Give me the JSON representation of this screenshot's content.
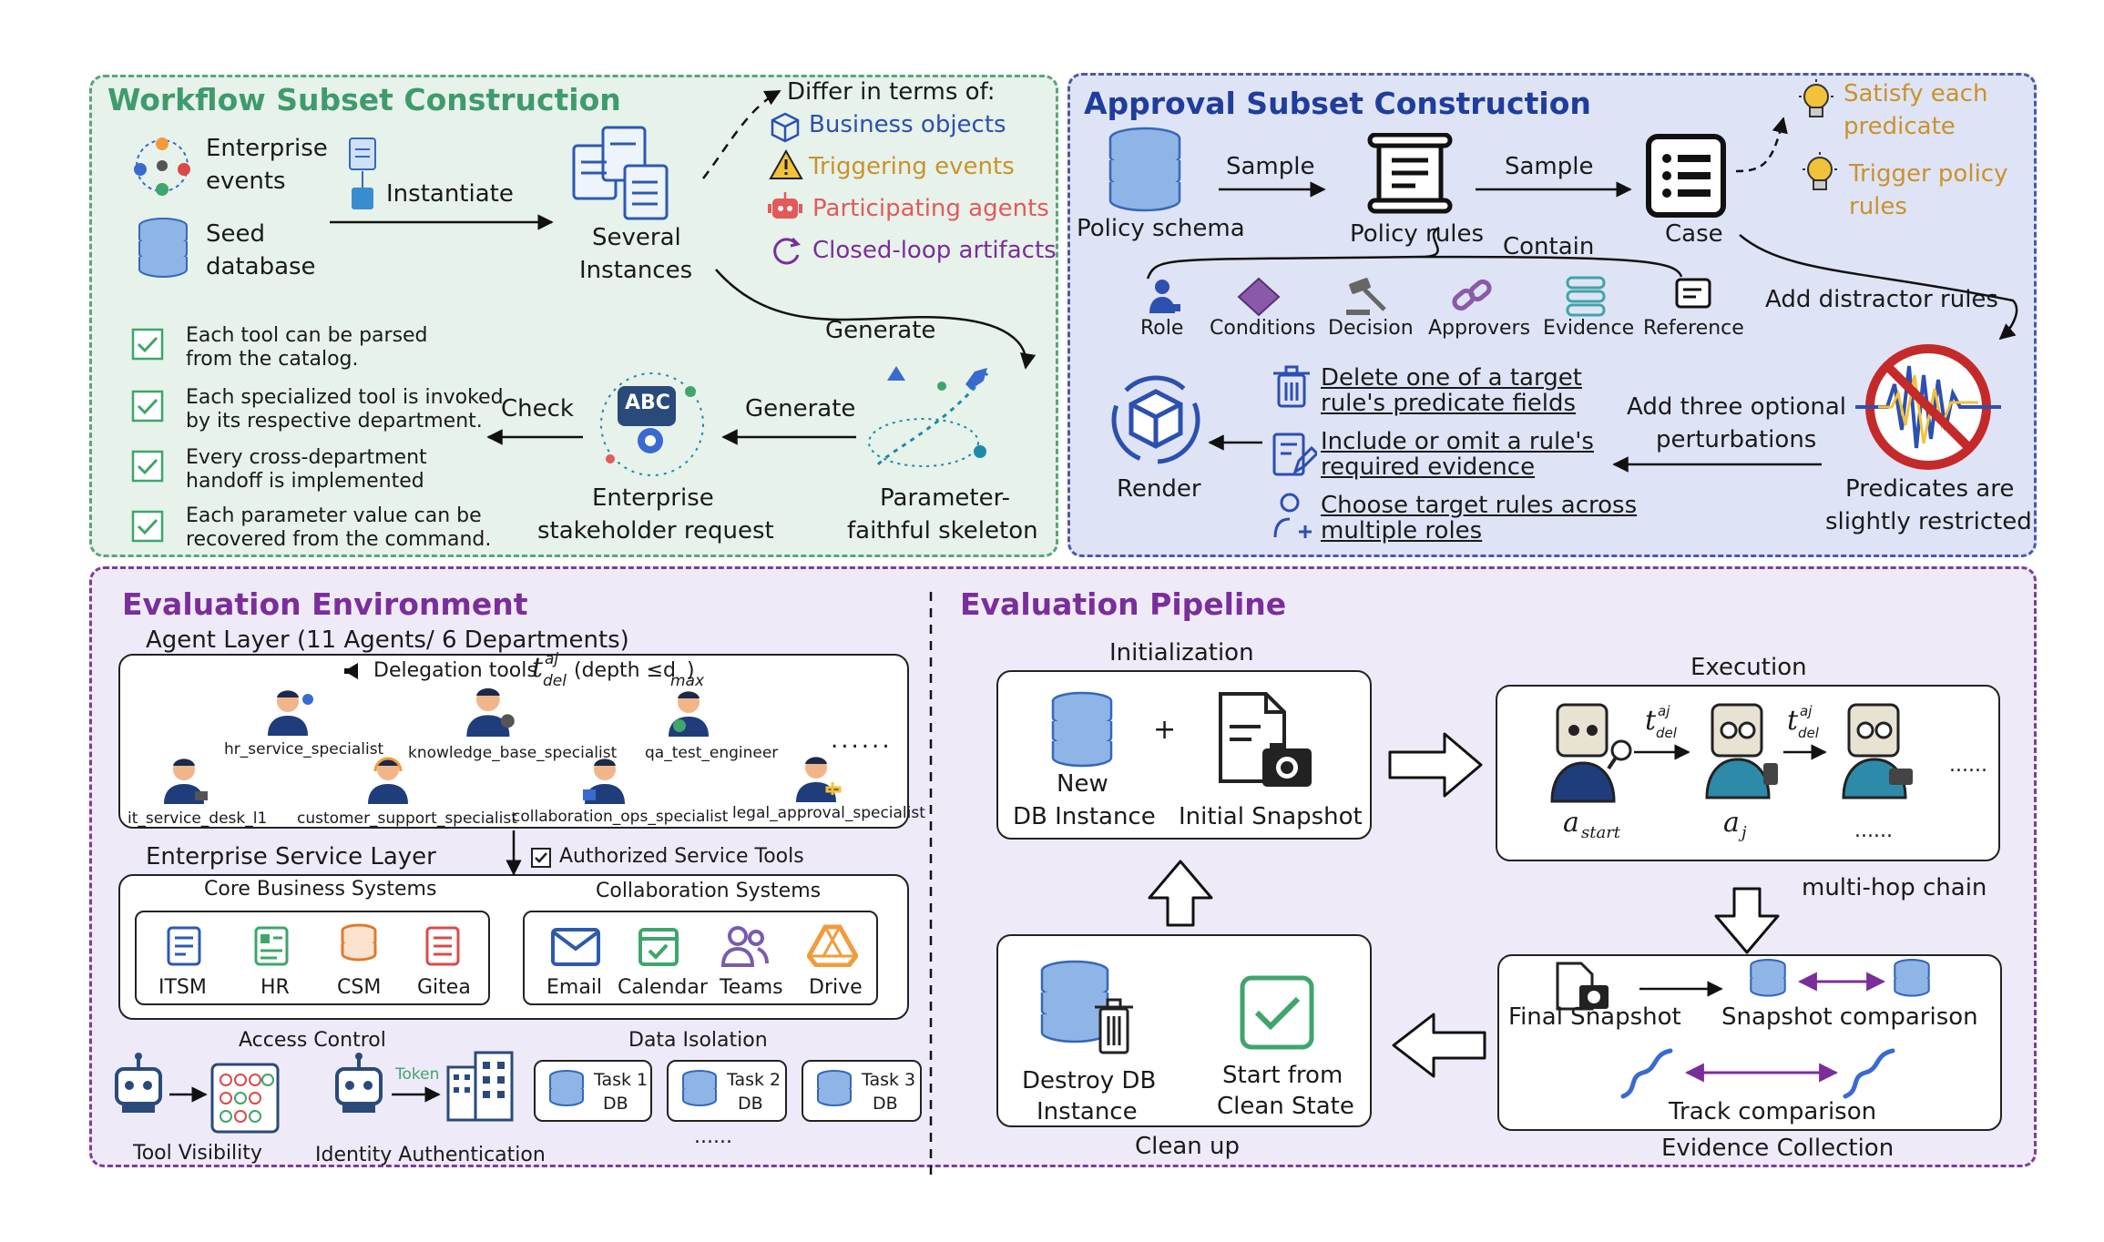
{
  "colors": {
    "workflow_bg": "#e6f2ea",
    "workflow_border": "#5aa57b",
    "workflow_title": "#3f9b6c",
    "approval_bg": "#dfe3f6",
    "approval_border": "#4a5aa8",
    "approval_title": "#1f3d9b",
    "eval_bg": "#efeaf8",
    "eval_border": "#7f3b9b",
    "eval_title": "#7a2e9a",
    "orange_text": "#c8932b",
    "purple_text": "#7a2e9a",
    "red_text": "#e25a5a",
    "blue_text": "#2d4fb0"
  },
  "workflow": {
    "title": "Workflow Subset Construction",
    "enterprise_events": [
      "Enterprise",
      "events"
    ],
    "seed_database": [
      "Seed",
      "database"
    ],
    "instantiate": "Instantiate",
    "several_instances": [
      "Several",
      "Instances"
    ],
    "differ_title": "Differ in terms of:",
    "differ_items": [
      {
        "label": "Business objects",
        "icon": "cube-icon"
      },
      {
        "label": "Triggering events",
        "icon": "warning-icon"
      },
      {
        "label": "Participating agents",
        "icon": "robot-icon"
      },
      {
        "label": "Closed-loop artifacts",
        "icon": "loop-icon"
      }
    ],
    "generate_top": "Generate",
    "generate_mid": "Generate",
    "check": "Check",
    "skeleton": [
      "Parameter-",
      "faithful skeleton"
    ],
    "request": [
      "Enterprise",
      "stakeholder request"
    ],
    "request_badge": "ABC",
    "checks": [
      [
        "Each tool can be parsed",
        "from the catalog."
      ],
      [
        "Each specialized tool is invoked",
        "by its respective department."
      ],
      [
        "Every cross-department",
        "handoff is implemented"
      ],
      [
        "Each parameter value can be",
        "recovered from the command."
      ]
    ]
  },
  "approval": {
    "title": "Approval Subset Construction",
    "policy_schema": "Policy schema",
    "sample1": "Sample",
    "policy_rules": "Policy rules",
    "sample2": "Sample",
    "case": "Case",
    "contain": "Contain",
    "satisfy": [
      "Satisfy each",
      "predicate"
    ],
    "trigger": [
      "Trigger policy",
      "rules"
    ],
    "components": [
      "Role",
      "Conditions",
      "Decision",
      "Approvers",
      "Evidence",
      "Reference"
    ],
    "add_distractor": "Add distractor rules",
    "add_perturb": [
      "Add three optional",
      "perturbations"
    ],
    "predicates": [
      "Predicates are",
      "slightly restricted"
    ],
    "render": "Render",
    "perturbations": [
      [
        "Delete one of a target",
        "rule's predicate fields"
      ],
      [
        "Include or omit a rule's",
        "required evidence"
      ],
      [
        "Choose target rules across",
        "multiple roles"
      ]
    ]
  },
  "env": {
    "title": "Evaluation Environment",
    "agent_layer": "Agent Layer (11 Agents/ 6 Departments)",
    "delegation": "Delegation tools",
    "delegation_t": "t",
    "delegation_sup": "aj",
    "delegation_sub": "del",
    "depth": "(depth ≤d",
    "depth_sub": "max",
    "depth_close": ")",
    "agents": [
      "hr_service_specialist",
      "knowledge_base_specialist",
      "qa_test_engineer",
      "it_service_desk_l1",
      "customer_support_specialist",
      "collaboration_ops_specialist",
      "legal_approval_specialist"
    ],
    "agents_more": "......",
    "service_layer": "Enterprise Service Layer",
    "authorized": "Authorized Service Tools",
    "core": "Core Business Systems",
    "collab": "Collaboration Systems",
    "core_items": [
      "ITSM",
      "HR",
      "CSM",
      "Gitea"
    ],
    "collab_items": [
      "Email",
      "Calendar",
      "Teams",
      "Drive"
    ],
    "access_control": "Access Control",
    "data_isolation": "Data Isolation",
    "tool_visibility": "Tool Visibility",
    "identity_auth": "Identity Authentication",
    "token": "Token",
    "tasks": [
      [
        "Task 1",
        "DB"
      ],
      [
        "Task 2",
        "DB"
      ],
      [
        "Task 3",
        "DB"
      ]
    ],
    "tasks_more": "......"
  },
  "pipeline": {
    "title": "Evaluation Pipeline",
    "initialization": "Initialization",
    "new_db": [
      "New",
      "DB Instance"
    ],
    "plus": "+",
    "initial_snapshot": "Initial Snapshot",
    "execution": "Execution",
    "a_start": "a",
    "a_start_sub": "start",
    "a_j": "a",
    "a_j_sub": "j",
    "t_label": "t",
    "t_sup": "aj",
    "t_sub": "del",
    "exec_more1": "......",
    "exec_more2": "......",
    "multihop": "multi-hop chain",
    "final_snapshot": "Final Snapshot",
    "snapshot_comparison": "Snapshot comparison",
    "track_comparison": "Track comparison",
    "evidence_collection": "Evidence Collection",
    "destroy": [
      "Destroy DB",
      "Instance"
    ],
    "start_clean": [
      "Start from",
      "Clean State"
    ],
    "clean_up": "Clean up"
  }
}
